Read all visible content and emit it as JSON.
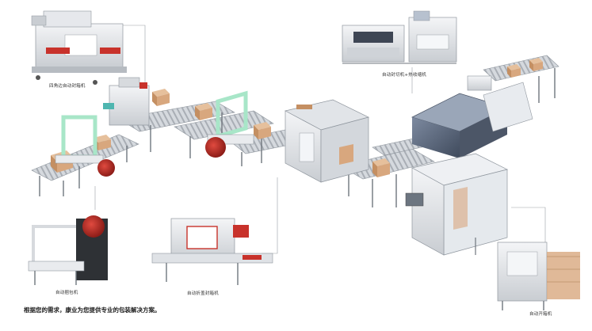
{
  "labels": {
    "four_corner_sealer": "四角边自动封箱机",
    "sleeve_shrink": "自动封切机+热收缩机",
    "strapping": "自动捆包机",
    "fold_sealer": "自动折盖封箱机",
    "erector": "自动开箱机"
  },
  "footer": "根据您的需求，康业为您提供专业的包装解决方案。",
  "colors": {
    "frame": "#e9ebee",
    "frame_dark": "#8f969e",
    "roller": "#b9bec4",
    "box": "#d8a77e",
    "accent_red": "#c8322b",
    "accent_green": "#a8e6c8",
    "tunnel": "#5d6b80",
    "leader": "#9aa0a6"
  }
}
